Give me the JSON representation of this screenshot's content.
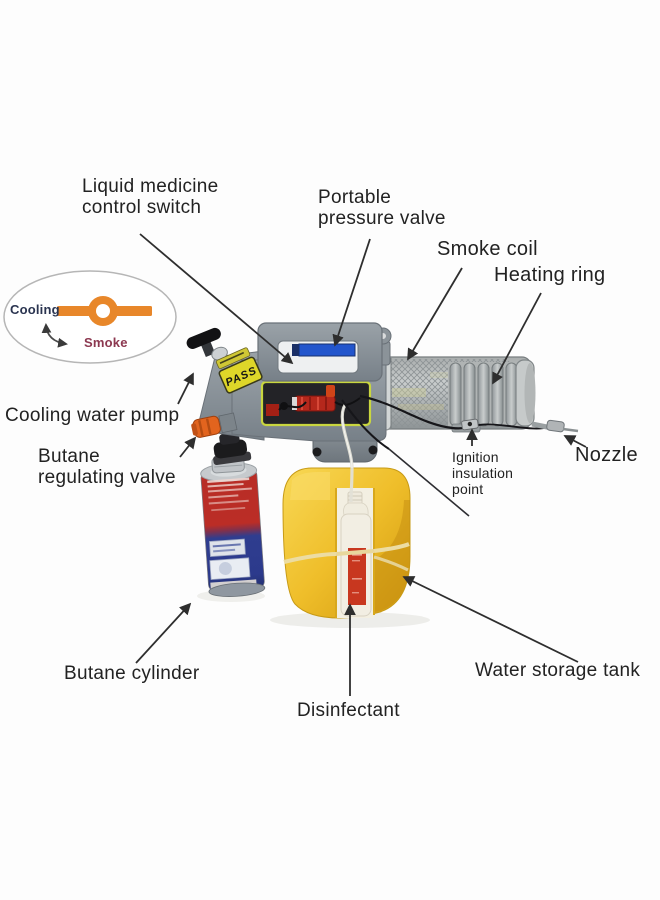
{
  "figure": {
    "type": "labeled-product-diagram",
    "subject": "portable thermal fogger / disinfectant sprayer",
    "background": "#fdfdfd"
  },
  "labels": {
    "liquid_medicine_control_switch": {
      "line1": "Liquid medicine",
      "line2": "control switch"
    },
    "portable_pressure_valve": {
      "line1": "Portable",
      "line2": "pressure valve"
    },
    "smoke_coil": {
      "text": "Smoke coil"
    },
    "heating_ring": {
      "text": "Heating ring"
    },
    "cooling_water_pump": {
      "text": "Cooling water pump"
    },
    "butane_regulating_valve": {
      "line1": "Butane",
      "line2": "regulating valve"
    },
    "ignition_insulation_point": {
      "line1": "Ignition",
      "line2": "insulation",
      "line3": "point"
    },
    "nozzle": {
      "text": "Nozzle"
    },
    "butane_cylinder": {
      "text": "Butane cylinder"
    },
    "disinfectant": {
      "text": "Disinfectant"
    },
    "water_storage_tank": {
      "text": "Water storage tank"
    }
  },
  "inset": {
    "cooling_label": "Cooling",
    "smoke_label": "Smoke",
    "accent_color": "#e8872a",
    "cooling_text_color": "#2a3450",
    "smoke_text_color": "#8c3850"
  },
  "machine": {
    "pass_sticker": "PASS",
    "colors": {
      "body_gray": "#868e94",
      "pressure_valve_blue": "#2255cc",
      "window_outline_yellow": "#c9d63f",
      "tank_yellow": "#efbe2a",
      "valve_orange": "#e2641e",
      "butane_can_red": "#bb2d26",
      "butane_can_blue": "#2f3d8f",
      "disinfectant_label_red": "#c8371f"
    }
  }
}
